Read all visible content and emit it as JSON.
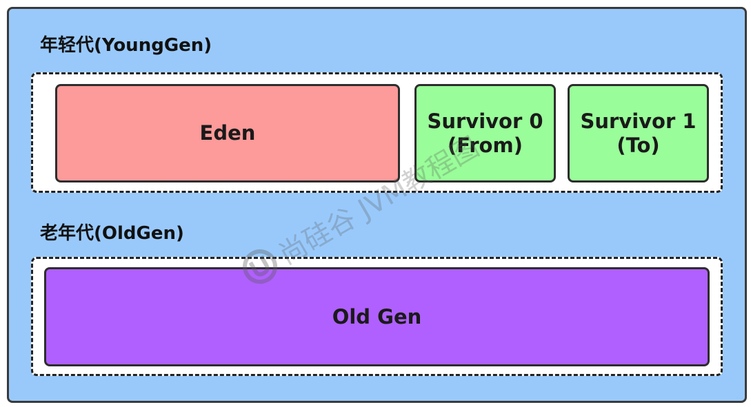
{
  "colors": {
    "heap_background": "#99c9fb",
    "eden": "#fd9a9a",
    "survivor": "#99fd99",
    "old_gen": "#b060fe"
  },
  "young_generation": {
    "label": "年轻代(YoungGen)",
    "eden": {
      "label": "Eden"
    },
    "survivor_0": {
      "line1": "Survivor 0",
      "line2": "(From)"
    },
    "survivor_1": {
      "line1": "Survivor 1",
      "line2": "(To)"
    }
  },
  "old_generation": {
    "label": "老年代(OldGen)",
    "old_gen": {
      "label": "Old Gen"
    }
  },
  "watermark": {
    "text": "尚硅谷 JVM教程图",
    "logo_icon": "watermark-logo-icon"
  }
}
